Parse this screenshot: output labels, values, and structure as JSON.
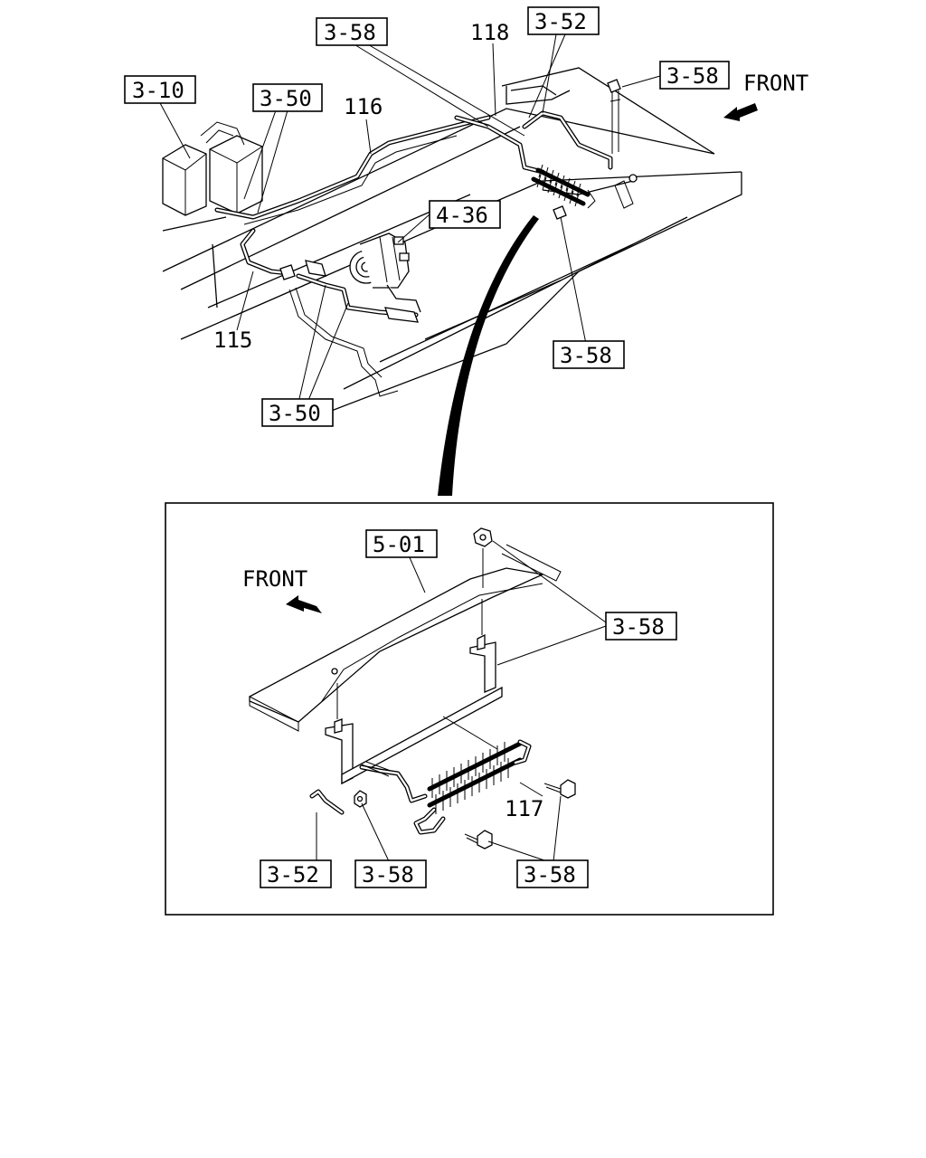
{
  "callouts": {
    "c_3_10": "3-10",
    "c_3_50_top": "3-50",
    "c_116": "116",
    "c_3_58_top": "3-58",
    "c_118": "118",
    "c_3_52_top": "3-52",
    "c_3_58_right": "3-58",
    "c_4_36": "4-36",
    "c_115": "115",
    "c_3_58_mid": "3-58",
    "c_3_50_bottom": "3-50",
    "c_5_01": "5-01",
    "c_3_58_inset": "3-58",
    "c_117": "117",
    "c_3_52_inset": "3-52",
    "c_3_58_inset_bl": "3-58",
    "c_3_58_inset_br": "3-58"
  },
  "front_labels": {
    "top": "FRONT",
    "inset": "FRONT"
  }
}
